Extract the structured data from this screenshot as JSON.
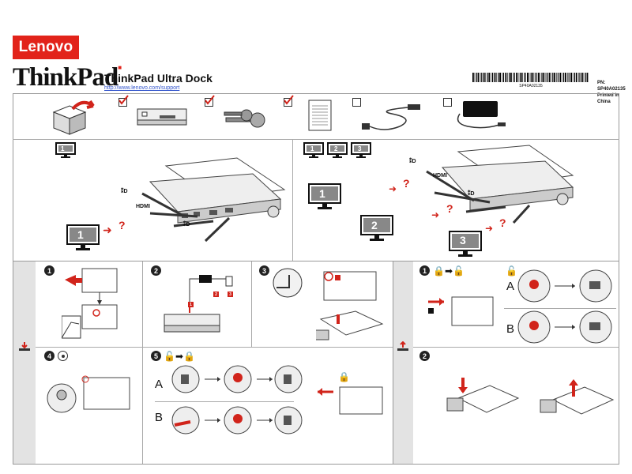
{
  "header": {
    "lenovo_logo": "Lenovo",
    "thinkpad_logo": "ThinkPad",
    "product_title": "ThinkPad Ultra Dock",
    "support_url": "http://www.lenovo.com/support",
    "barcode_number": "SP40A02135",
    "pn_label": "PN: SP40A02135",
    "printed_label": "Printed in China"
  },
  "box_contents": {
    "items": [
      {
        "name": "dock",
        "checked": true
      },
      {
        "name": "keys",
        "checked": true
      },
      {
        "name": "documentation",
        "checked": true
      },
      {
        "name": "power-cord",
        "checked": false
      },
      {
        "name": "ac-adapter",
        "checked": false
      }
    ]
  },
  "display_single": {
    "monitor": "1",
    "port_labels": [
      "HDMI"
    ]
  },
  "display_multi": {
    "monitors": [
      "1",
      "2",
      "3"
    ],
    "port_labels": [
      "HDMI"
    ]
  },
  "setup_steps": {
    "step1": "1",
    "step2": "2",
    "step3": "3",
    "step4": "4",
    "step5": "5",
    "option_a": "A",
    "option_b": "B",
    "callouts": [
      "1",
      "2",
      "3"
    ]
  },
  "removal_steps": {
    "step1": "1",
    "step2": "2",
    "option_a": "A",
    "option_b": "B"
  },
  "colors": {
    "brand_red": "#e2231a",
    "accent_red": "#d1241b",
    "sidebar_gray": "#e3e3e3"
  }
}
